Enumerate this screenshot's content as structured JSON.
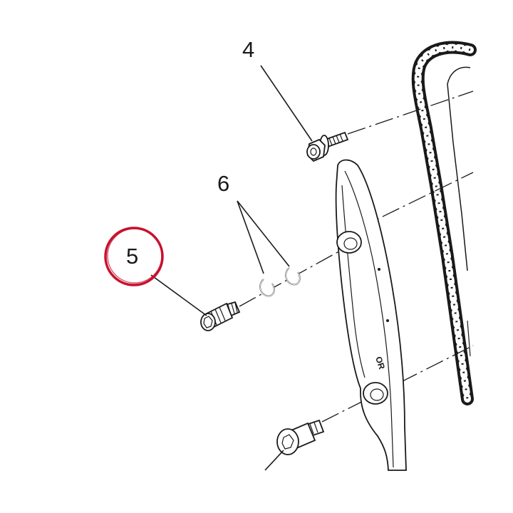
{
  "callouts": [
    {
      "id": "4",
      "label": "4"
    },
    {
      "id": "5",
      "label": "5",
      "highlighted": true
    },
    {
      "id": "6",
      "label": "6"
    }
  ],
  "guide_marking": "OR",
  "colors": {
    "highlight_ring": "#c8102e",
    "line_art": "#1a1a1a",
    "background": "#ffffff"
  }
}
